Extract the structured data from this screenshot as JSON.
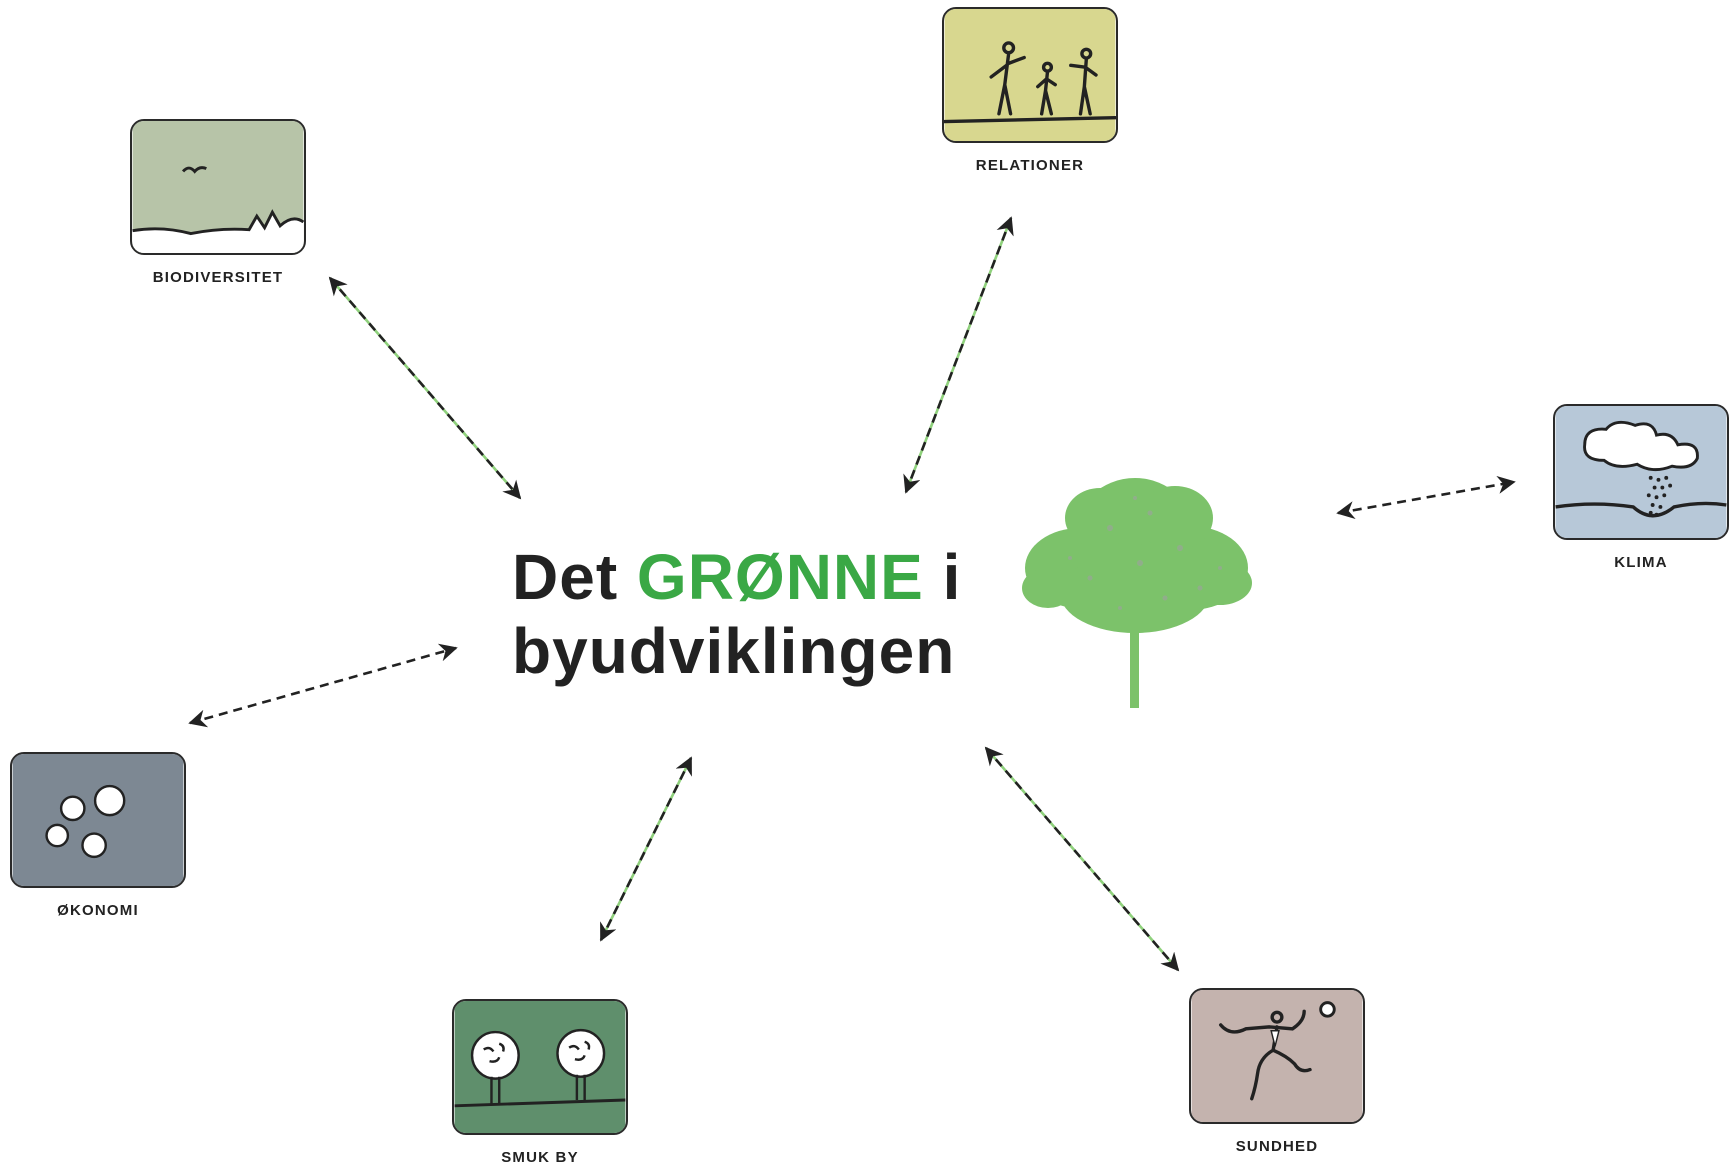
{
  "title": {
    "line1_pre": "Det ",
    "line1_accent": "GRØNNE",
    "line1_post": " i",
    "line2": "byudviklingen"
  },
  "colors": {
    "accent": "#3aa845",
    "tree": "#7cc26a",
    "arrow_dash": "#222222",
    "arrow_alt_dash": "#8fd17c"
  },
  "nodes": {
    "biodiversitet": {
      "label": "BIODIVERSITET",
      "icon": "landscape-bird-icon",
      "color": "#b7c4a8"
    },
    "relationer": {
      "label": "RELATIONER",
      "icon": "people-family-icon",
      "color": "#d8d78f"
    },
    "klima": {
      "label": "KLIMA",
      "icon": "cloud-rain-icon",
      "color": "#b7c8d8"
    },
    "okonomi": {
      "label": "ØKONOMI",
      "icon": "coins-icon",
      "color": "#7d8893"
    },
    "smuk_by": {
      "label": "SMUK BY",
      "icon": "trees-icon",
      "color": "#5f8f6c"
    },
    "sundhed": {
      "label": "SUNDHED",
      "icon": "runner-ball-icon",
      "color": "#c4b3ae"
    }
  }
}
